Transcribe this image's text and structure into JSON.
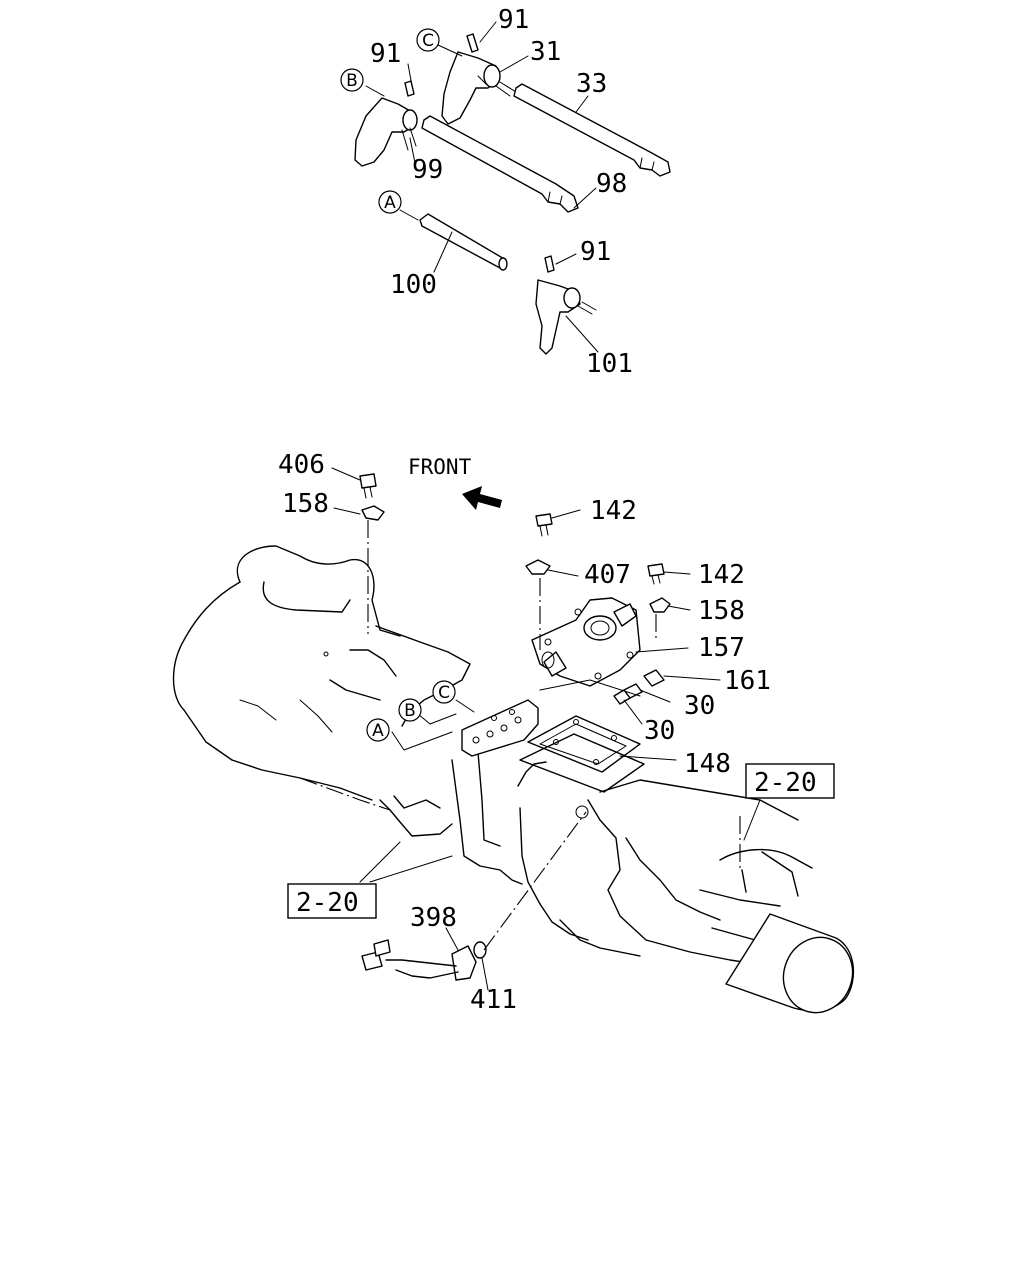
{
  "diagram": {
    "direction_label": "FRONT",
    "callouts": {
      "c91a": "91",
      "c91b": "91",
      "c91c": "91",
      "c31": "31",
      "c33": "33",
      "c99": "99",
      "c98": "98",
      "c100": "100",
      "c101": "101",
      "c406": "406",
      "c158a": "158",
      "c142a": "142",
      "c142b": "142",
      "c407": "407",
      "c158b": "158",
      "c157": "157",
      "c161": "161",
      "c30a": "30",
      "c30b": "30",
      "c148": "148",
      "c398": "398",
      "c411": "411"
    },
    "letters": {
      "A_top": "A",
      "B_top": "B",
      "C_top": "C",
      "A_bot": "A",
      "B_bot": "B",
      "C_bot": "C"
    },
    "refs": {
      "ref_left": "2-20",
      "ref_right": "2-20"
    }
  }
}
